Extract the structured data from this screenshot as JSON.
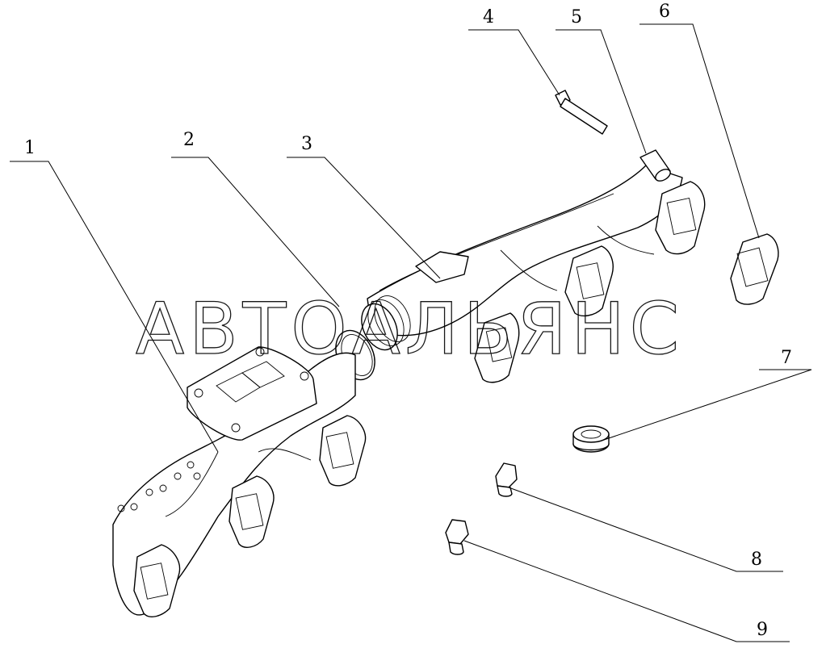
{
  "watermark": "АВТОАЛЬЯНС",
  "callouts": [
    {
      "label": "1"
    },
    {
      "label": "2"
    },
    {
      "label": "3"
    },
    {
      "label": "4"
    },
    {
      "label": "5"
    },
    {
      "label": "6"
    },
    {
      "label": "7"
    },
    {
      "label": "8"
    },
    {
      "label": "9"
    }
  ]
}
